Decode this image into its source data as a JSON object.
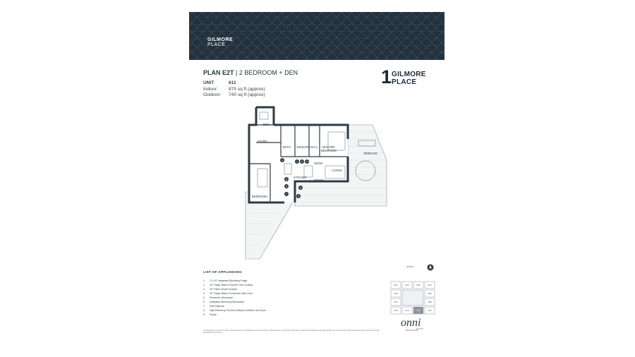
{
  "banner": {
    "logo_line1": "GILMORE",
    "logo_line2": "PLACE"
  },
  "plan": {
    "code": "PLAN E2T",
    "separator": " | ",
    "type": "2 BEDROOM + DEN"
  },
  "unit": {
    "unit_label": "UNIT",
    "unit_value": "611",
    "indoor_label": "Indoor:",
    "indoor_value": "875 sq ft (approx)",
    "outdoor_label": "Outdoor:",
    "outdoor_value": "740 sq ft (approx)"
  },
  "brand": {
    "number": "1",
    "line1": "GILMORE",
    "line2": "PLACE"
  },
  "rooms": {
    "den": "DEN",
    "entry": "ENTRY",
    "bath": "BATH",
    "ensuite": "ENSUITE",
    "wic": "W.I.C.",
    "master": "MASTER",
    "master2": "BEDROOM",
    "terrace": "TERRACE",
    "nook": "NOOK",
    "living": "LIVING",
    "dining": "DINING",
    "kitchen": "KITCHEN",
    "bedroom": "BEDROOM"
  },
  "markers": [
    "6",
    "1",
    "2",
    "3",
    "8",
    "9",
    "7",
    "5",
    "4"
  ],
  "north_label": "NORTH",
  "appliances": {
    "heading": "LIST OF APPLIANCES:",
    "items": [
      {
        "n": "1.",
        "text": "2 X 24\" Integrated Blomberg Fridge"
      },
      {
        "n": "2.",
        "text": "30\" Fulgor Milano 5 Burner Gas Cooktop"
      },
      {
        "n": "3.",
        "text": "30\" Faber Cristal Hoodfan"
      },
      {
        "n": "4.",
        "text": "30\" Fulgor Milano Convection Wall Oven"
      },
      {
        "n": "5.",
        "text": "Panasonic Microwave"
      },
      {
        "n": "6.",
        "text": "Integrated Blomberg Dishwasher"
      },
      {
        "n": "7.",
        "text": "Sink Disposal"
      },
      {
        "n": "8.",
        "text": "High-Efficiency Full Size Whirlpool Washer and Dryer"
      },
      {
        "n": "9.",
        "text": "Pantry"
      }
    ]
  },
  "keyplan": {
    "floor_label": "6TH FLOOR",
    "units": [
      "601",
      "602",
      "603",
      "604",
      "605",
      "606",
      "607",
      "608",
      "609",
      "610",
      "611",
      "612"
    ]
  },
  "disclaimer": "The Developer reserves the right to make changes and modifications to the information contained herein. Floor plans, dimensions, areas and specifications are approximate only and may vary. Actual usable floor space may vary from the stated floor area. E.&O.E.",
  "onni": {
    "wordmark": "onni",
    "group": "GROUP"
  },
  "colors": {
    "banner": "#22313d",
    "wall": "#2c3a44",
    "marker": "#2c3a44"
  }
}
